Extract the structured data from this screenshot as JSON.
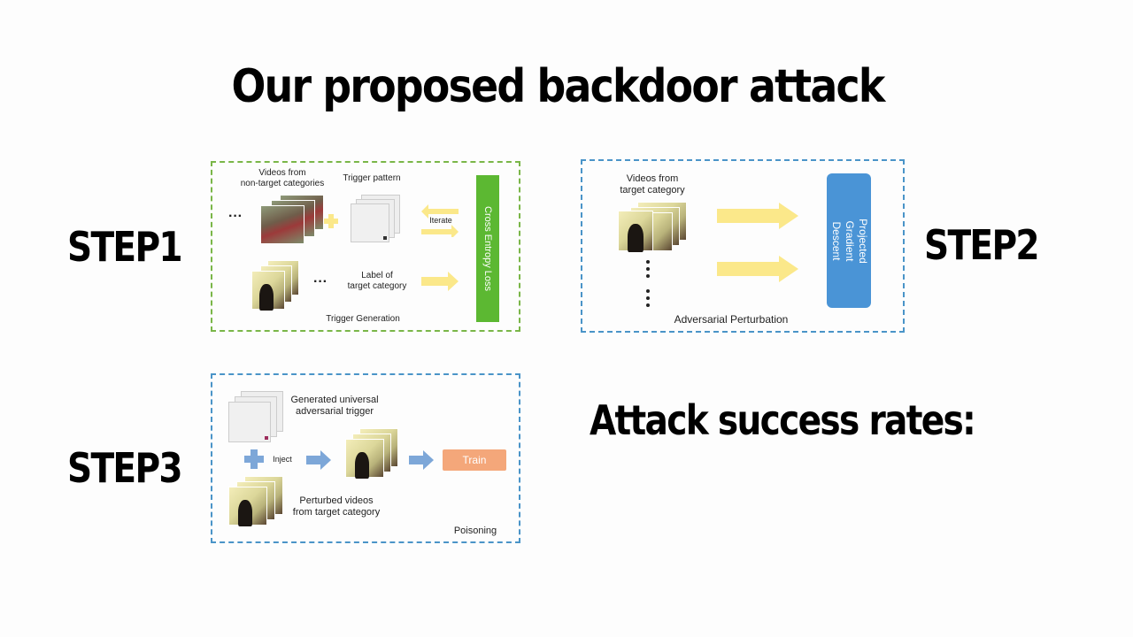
{
  "slide": {
    "title": "Our proposed backdoor attack",
    "step1": "STEP1",
    "step2": "STEP2",
    "step3": "STEP3",
    "asr_label": "Attack success rates:"
  },
  "trigger_generation": {
    "caption": "Trigger Generation",
    "videos_nontarget": "Videos from\nnon-target categories",
    "trigger_pattern": "Trigger pattern",
    "iterate": "Iterate",
    "label_target": "Label of\ntarget category",
    "loss": "Cross Entropy Loss",
    "ellipsis": "···"
  },
  "adversarial_perturbation": {
    "caption": "Adversarial Perturbation",
    "videos_target": "Videos from\ntarget category",
    "pgd": "Projected Gradient\nDescent"
  },
  "poisoning": {
    "caption": "Poisoning",
    "generated_trigger": "Generated universal\nadversarial trigger",
    "inject": "Inject",
    "perturbed": "Perturbed videos\nfrom target category",
    "train": "Train"
  },
  "colors": {
    "green": "#5cb832",
    "blue": "#4a94d6",
    "arrow_yellow": "#fbe88a",
    "arrow_blue": "#7da7d8",
    "train_orange": "#f4a77a"
  }
}
